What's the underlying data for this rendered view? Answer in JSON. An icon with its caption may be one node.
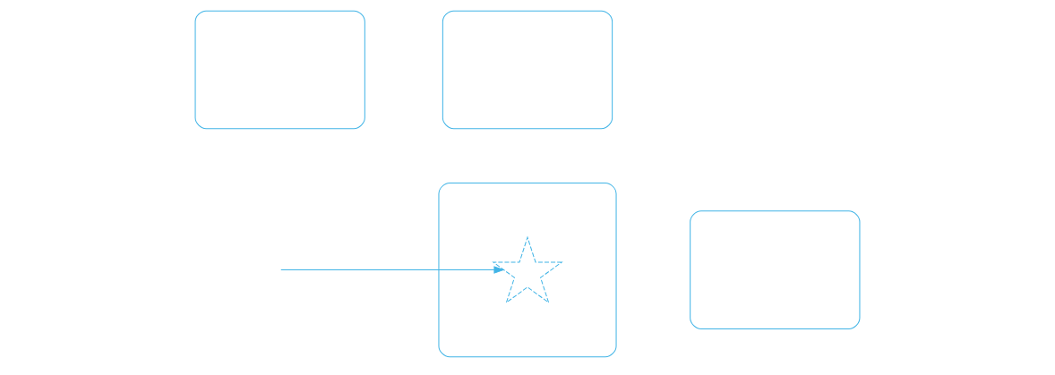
{
  "diagram": {
    "nodes": [
      {
        "text": [],
        "shape": "box"
      },
      {
        "text": [],
        "shape": "box"
      },
      {
        "text": [],
        "shape": "box"
      },
      {
        "text": [],
        "shape": "box"
      },
      {
        "text": [],
        "shape": "star",
        "in": 0
      }
    ],
    "edges": [
      {
        "from": null,
        "to": 4,
        "arrow": "to"
      }
    ]
  }
}
